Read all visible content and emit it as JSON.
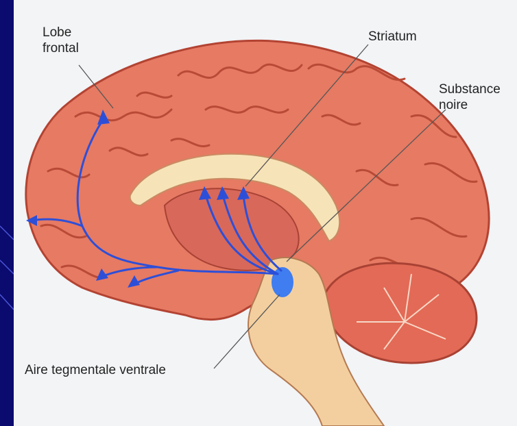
{
  "labels": {
    "lobe_frontal": [
      "Lobe",
      "frontal"
    ],
    "striatum": "Striatum",
    "substance_noire": [
      "Substance",
      "noire"
    ],
    "aire_tegmentale": "Aire tegmentale ventrale"
  },
  "colors": {
    "slide_background": "#0b0a6e",
    "panel": "#f2f4f6",
    "brain": "#e67a63",
    "brain_outline": "#b34332",
    "corpus_callosum": "#f7e3b8",
    "brainstem": "#f3cf9f",
    "pathway": "#2d4fd8",
    "vta_highlight": "#3f7df0"
  }
}
